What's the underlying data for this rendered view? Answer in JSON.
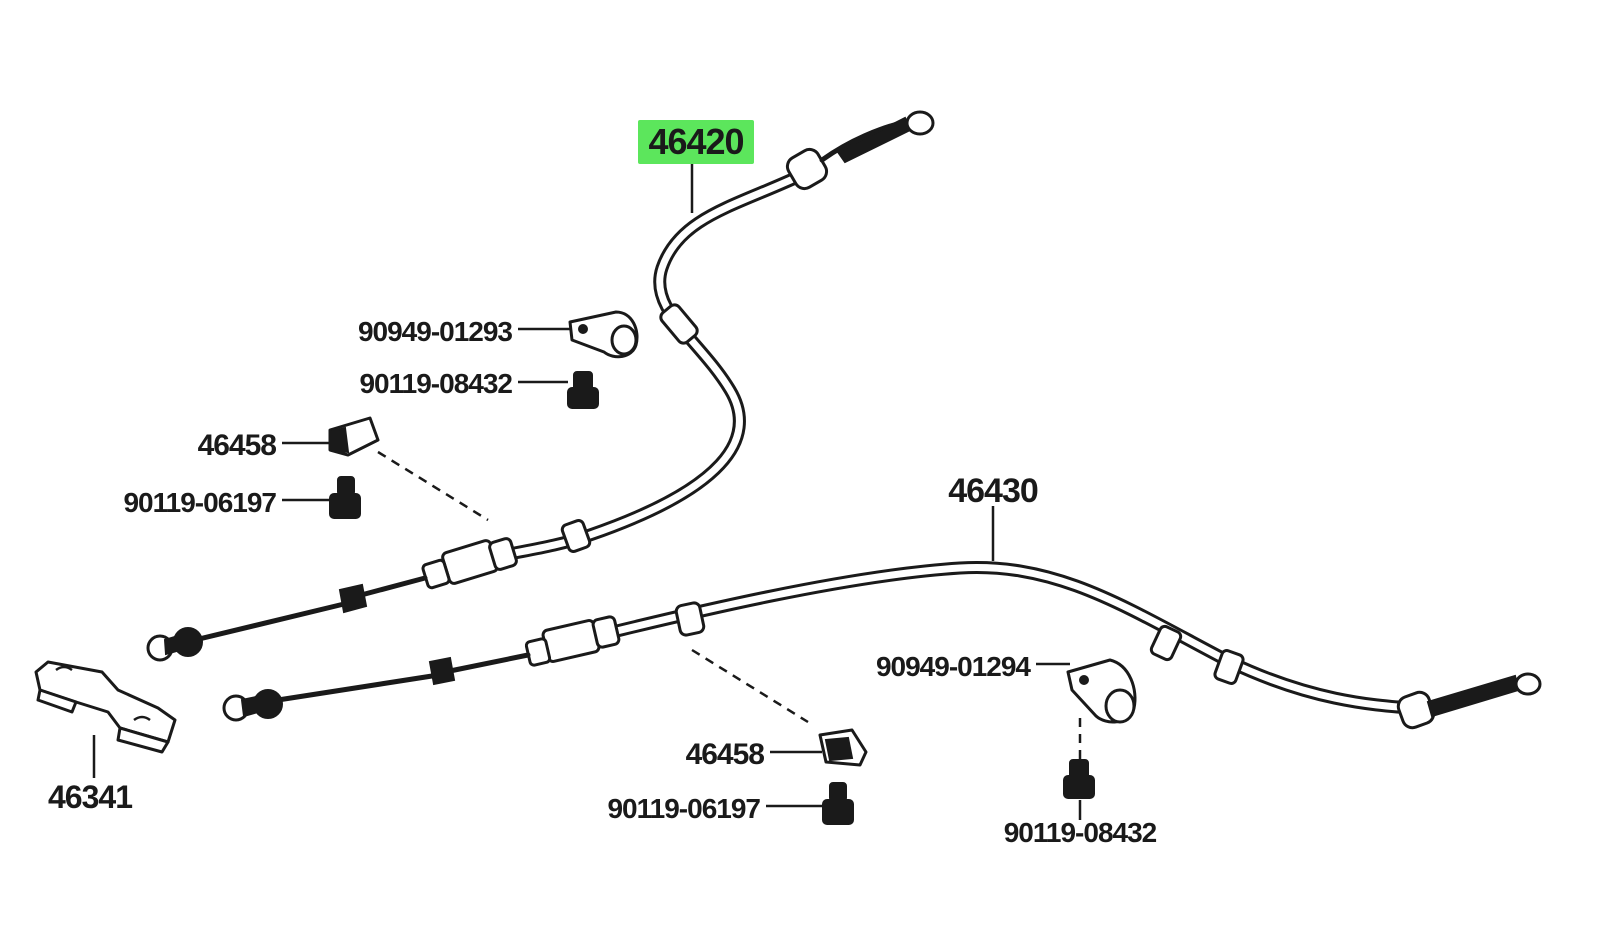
{
  "highlight_color": "#5ce65c",
  "line_color": "#1a1a1a",
  "labels": {
    "cable_46420": "46420",
    "cable_46430": "46430",
    "clamp_upper": "90949-01293",
    "bolt_upper": "90119-08432",
    "retainer_left": "46458",
    "bolt_left": "90119-06197",
    "bracket": "46341",
    "clamp_right": "90949-01294",
    "retainer_right": "46458",
    "bolt_bottom": "90119-06197",
    "bolt_right": "90119-08432"
  },
  "parts": [
    {
      "id": "46420",
      "kind": "cable",
      "highlighted": true
    },
    {
      "id": "46430",
      "kind": "cable",
      "highlighted": false
    },
    {
      "id": "90949-01293",
      "kind": "clamp"
    },
    {
      "id": "90949-01294",
      "kind": "clamp"
    },
    {
      "id": "90119-08432",
      "kind": "bolt",
      "count": 2
    },
    {
      "id": "90119-06197",
      "kind": "bolt",
      "count": 2
    },
    {
      "id": "46458",
      "kind": "retainer",
      "count": 2
    },
    {
      "id": "46341",
      "kind": "bracket"
    }
  ]
}
